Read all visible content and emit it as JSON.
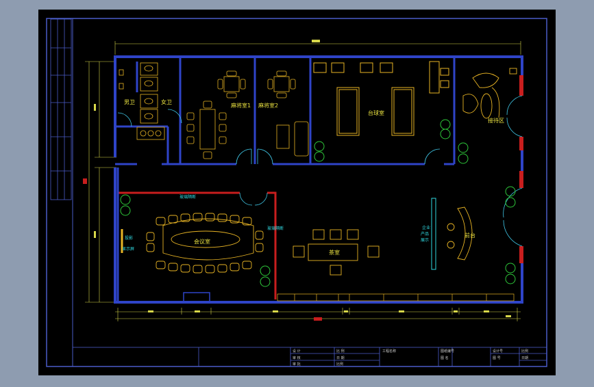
{
  "colors": {
    "background": "#8e9cb0",
    "paper": "#000000",
    "frame": "#4a5cc8",
    "wall": "#2f44c8",
    "glass_wall": "#c81e1e",
    "furniture": "#e8b424",
    "plant": "#2ec83a",
    "dimension": "#d8d84a",
    "label": "#e8e040",
    "cyan_label": "#30d8e0",
    "door": "#40c8e8"
  },
  "rooms": {
    "men_wc": "男卫",
    "women_wc": "女卫",
    "mahjong_1": "麻将室1",
    "mahjong_2": "麻将室2",
    "billiards": "台球室",
    "reception_area": "接待区",
    "meeting_room": "会议室",
    "meeting_table": "会议室",
    "tea_room": "茶室",
    "front_desk": "前台"
  },
  "notes": {
    "glass_partition_top": "玻璃隔断",
    "glass_partition_side": "玻璃隔断",
    "projector_line1": "投影",
    "projector_line2": "显示屏",
    "display_line1": "企业",
    "display_line2": "产品",
    "display_line3": "展示"
  },
  "title_block": {
    "r1c1": "设 计",
    "r1c2": "比 例",
    "r1c3": "工程名称",
    "r1c4": "图纸编号",
    "r1c5": "设计号",
    "r1c6": "比例",
    "r2c1": "审 核",
    "r2c2": "日 期",
    "r2c3": "",
    "r2c4": "图 名",
    "r2c5": "图 号",
    "r2c6": "日期",
    "r3c1": "审 批",
    "r3c2": "比例",
    "r3c3": ""
  }
}
